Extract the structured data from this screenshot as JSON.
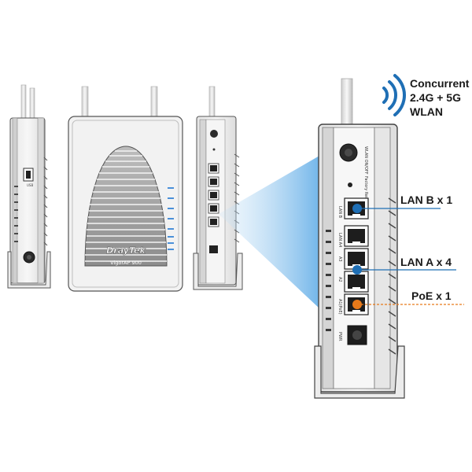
{
  "callouts": {
    "wlan": [
      "Concurrent",
      "2.4G + 5G",
      "WLAN"
    ],
    "lan_b": "LAN B x 1",
    "lan_a": "LAN A x 4",
    "poe": "PoE x 1"
  },
  "device": {
    "brand": "DrayTek",
    "model": "VigorAP 900"
  },
  "icons": {
    "wifi": "wifi-waves-icon"
  },
  "colors": {
    "accent_blue": "#1f6fb5",
    "poe_orange": "#e87a1a",
    "beam_blue": "#5aa9e6"
  }
}
